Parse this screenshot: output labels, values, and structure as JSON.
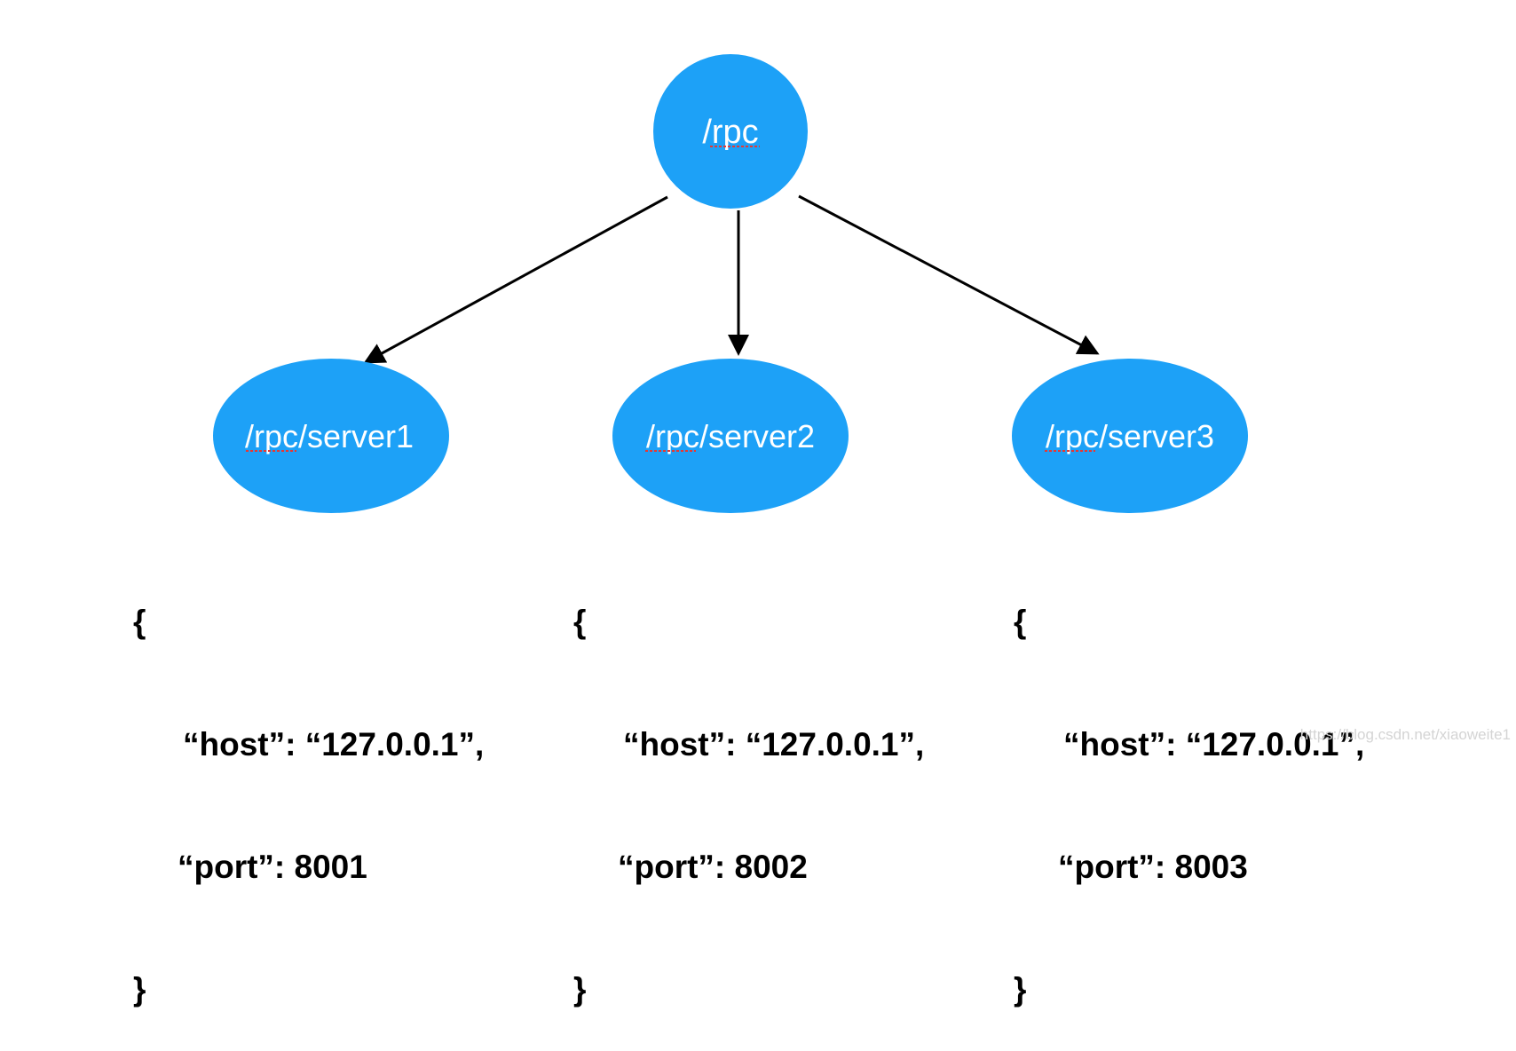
{
  "root": {
    "label": "/rpc"
  },
  "children": [
    {
      "label": "/rpc/server1",
      "data_lines": [
        "{",
        "“host”: “127.0.0.1”,",
        "“port”: 8001",
        "}"
      ]
    },
    {
      "label": "/rpc/server2",
      "data_lines": [
        "{",
        "“host”: “127.0.0.1”,",
        "“port”: 8002",
        "}"
      ]
    },
    {
      "label": "/rpc/server3",
      "data_lines": [
        "{",
        "“host”: “127.0.0.1”,",
        "“port”: 8003",
        "}"
      ]
    }
  ],
  "watermark": "https://blog.csdn.net/xiaoweite1",
  "colors": {
    "node_fill": "#1da1f7",
    "node_text": "#ffffff",
    "edge": "#000000",
    "spell_underline": "#e53935"
  }
}
